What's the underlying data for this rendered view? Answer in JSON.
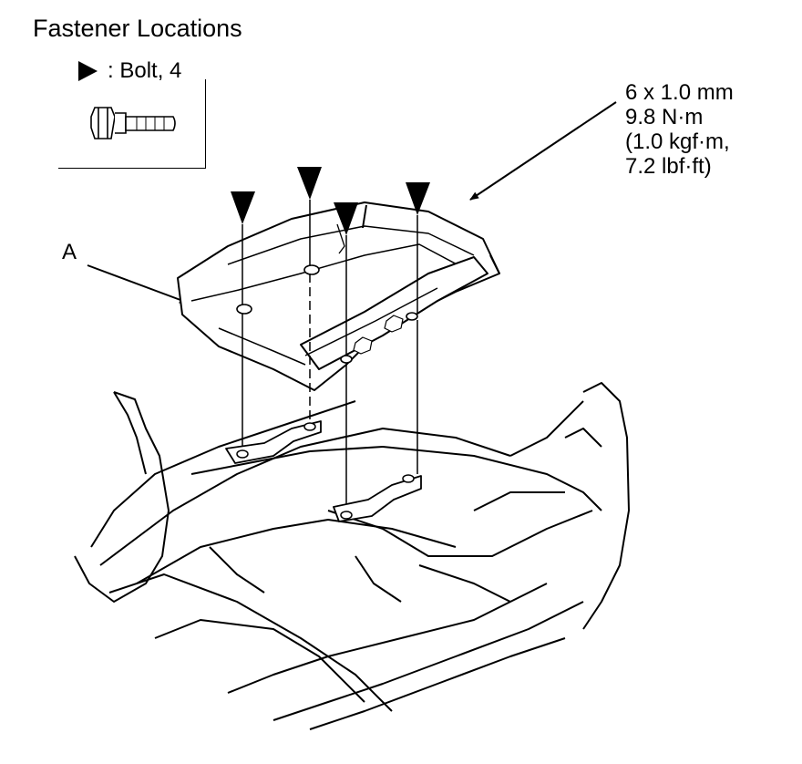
{
  "title": "Fastener Locations",
  "legend": {
    "label": ": Bolt, 4",
    "icon": "bolt-icon",
    "marker_icon": "triangle-marker-icon"
  },
  "spec": {
    "line1": "6 x 1.0 mm",
    "line2": "9.8 N·m",
    "line3": "(1.0 kgf·m,",
    "line4": "7.2 lbf·ft)"
  },
  "callout": "A"
}
